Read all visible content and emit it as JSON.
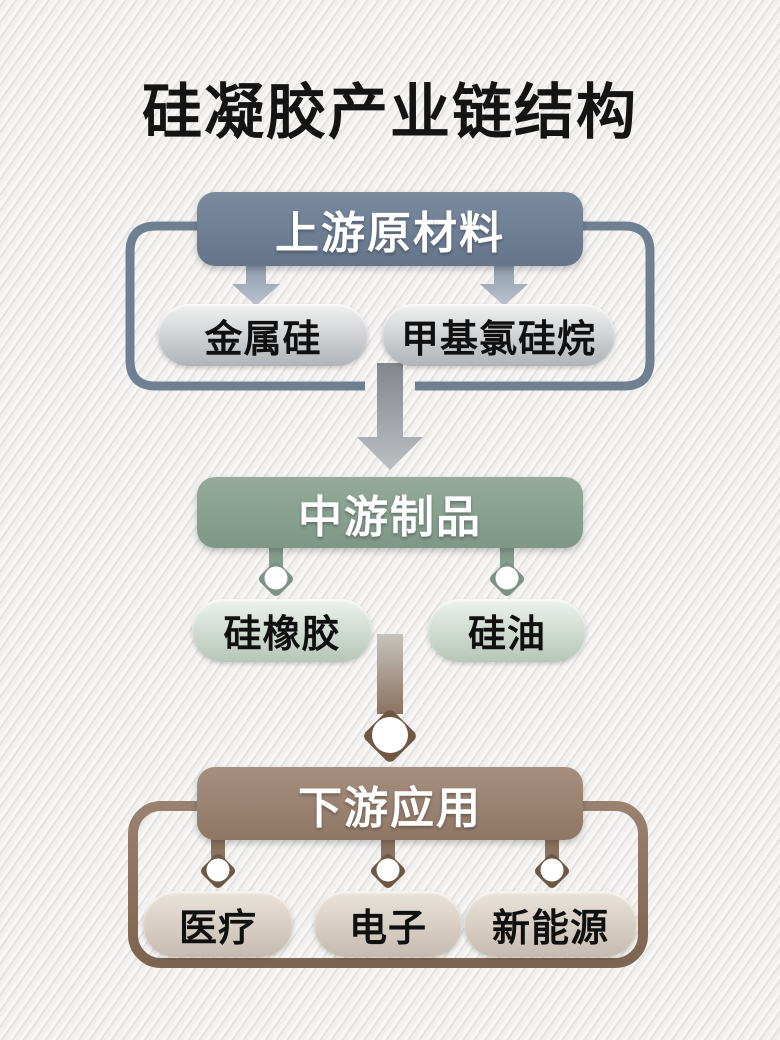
{
  "title": "硅凝胶产业链结构",
  "sections": {
    "upstream": {
      "label": "上游原材料",
      "items": [
        {
          "label": "金属硅"
        },
        {
          "label": "甲基氯硅烷"
        }
      ]
    },
    "midstream": {
      "label": "中游制品",
      "items": [
        {
          "label": "硅橡胶"
        },
        {
          "label": "硅油"
        }
      ]
    },
    "downstream": {
      "label": "下游应用",
      "items": [
        {
          "label": "医疗"
        },
        {
          "label": "电子"
        },
        {
          "label": "新能源"
        }
      ]
    }
  },
  "icons": {
    "arrow_down": "down-arrow-icon",
    "diamond_pin": "diamond-pin-connector-icon"
  },
  "colors": {
    "bg": "#efeeec",
    "title-text": "#141414",
    "slate-light": "#7b8b9e",
    "slate-dark": "#64758b",
    "slate-line": "#6f8093",
    "green-light": "#94ab9b",
    "green-dark2": "#7e9787",
    "green-shape": "#7b9386",
    "brown-light": "#a78f7f",
    "brown-dark2": "#8f7766",
    "brown-line-top": "#9a8170",
    "brown-line-bot": "#7c6451",
    "brown-shape": "#6e5743",
    "pill-gray-top": "#f1f1f1",
    "pill-gray-bot": "#b0b4b8",
    "pill-green-top": "#eef2ed",
    "pill-green-bot": "#b6c6b9",
    "pill-brown-top": "#eae4dd",
    "pill-brown-bot": "#c7bbaf",
    "arrow-top": "#8d9aab",
    "arrow-bot": "#bcc4cd",
    "bigarrow-top": "#83878d",
    "bigarrow-bot": "#bcbfc2",
    "stem-mix-top": "#c6c4bd",
    "stem-mix-bot": "#8c7260"
  }
}
